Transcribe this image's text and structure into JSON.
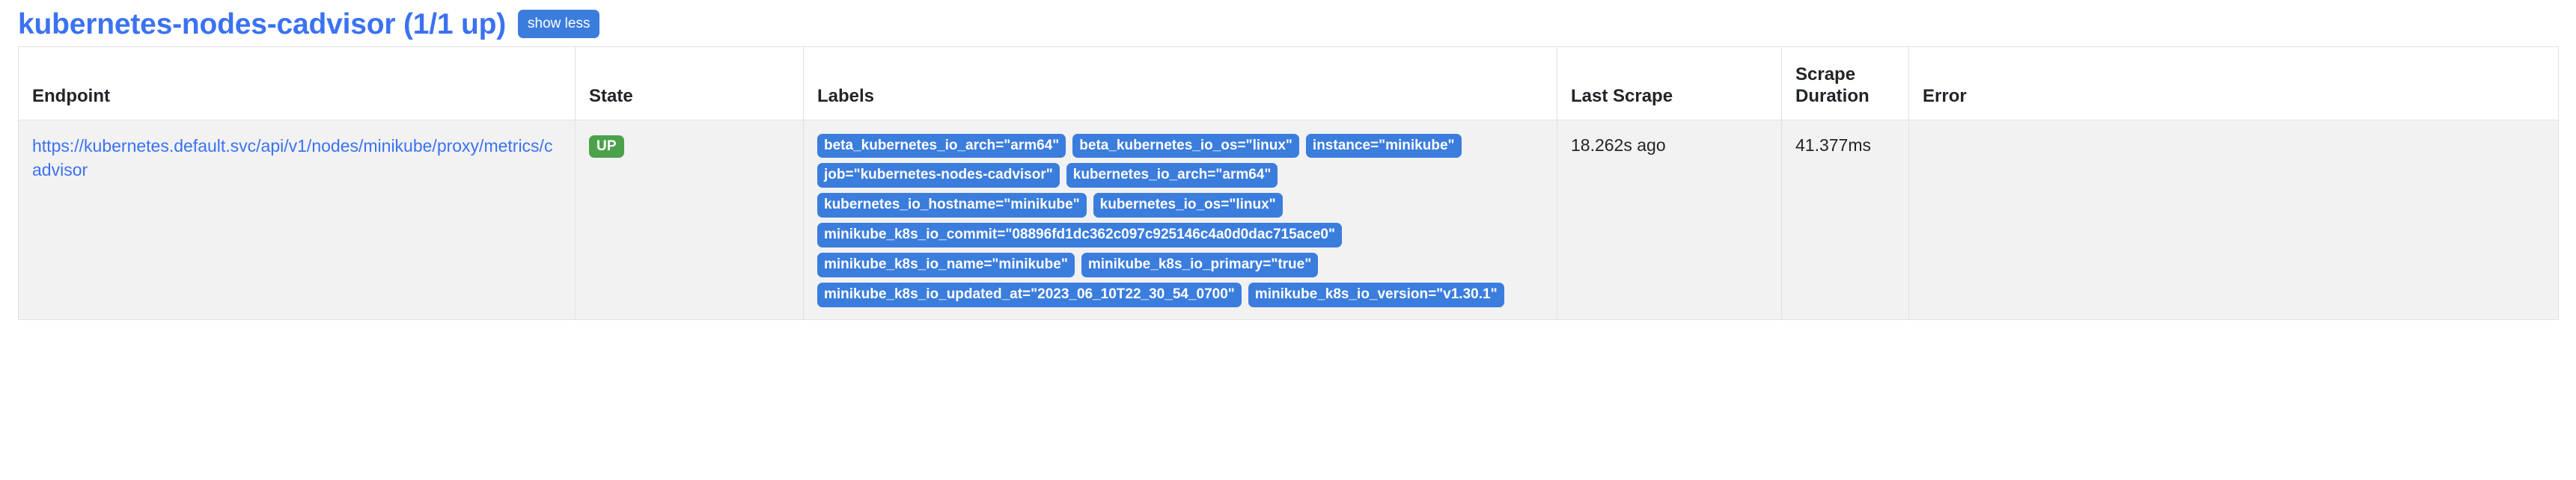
{
  "header": {
    "title": "kubernetes-nodes-cadvisor (1/1 up)",
    "show_less_label": "show less"
  },
  "table": {
    "columns": [
      {
        "key": "endpoint",
        "label": "Endpoint"
      },
      {
        "key": "state",
        "label": "State"
      },
      {
        "key": "labels",
        "label": "Labels"
      },
      {
        "key": "last_scrape",
        "label": "Last Scrape"
      },
      {
        "key": "scrape_duration",
        "label": "Scrape\nDuration"
      },
      {
        "key": "error",
        "label": "Error"
      }
    ],
    "column_labels": {
      "endpoint": "Endpoint",
      "state": "State",
      "labels": "Labels",
      "last_scrape": "Last Scrape",
      "scrape_duration_line1": "Scrape",
      "scrape_duration_line2": "Duration",
      "error": "Error"
    },
    "rows": [
      {
        "endpoint": "https://kubernetes.default.svc/api/v1/nodes/minikube/proxy/metrics/cadvisor",
        "state": "UP",
        "labels": [
          "beta_kubernetes_io_arch=\"arm64\"",
          "beta_kubernetes_io_os=\"linux\"",
          "instance=\"minikube\"",
          "job=\"kubernetes-nodes-cadvisor\"",
          "kubernetes_io_arch=\"arm64\"",
          "kubernetes_io_hostname=\"minikube\"",
          "kubernetes_io_os=\"linux\"",
          "minikube_k8s_io_commit=\"08896fd1dc362c097c925146c4a0d0dac715ace0\"",
          "minikube_k8s_io_name=\"minikube\"",
          "minikube_k8s_io_primary=\"true\"",
          "minikube_k8s_io_updated_at=\"2023_06_10T22_30_54_0700\"",
          "minikube_k8s_io_version=\"v1.30.1\""
        ],
        "last_scrape": "18.262s ago",
        "scrape_duration": "41.377ms",
        "error": ""
      }
    ]
  },
  "colors": {
    "link": "#3b72f2",
    "badge_blue": "#3b7ddd",
    "badge_green": "#4da14b",
    "row_background": "#f2f2f2",
    "border": "#dee2e6"
  }
}
